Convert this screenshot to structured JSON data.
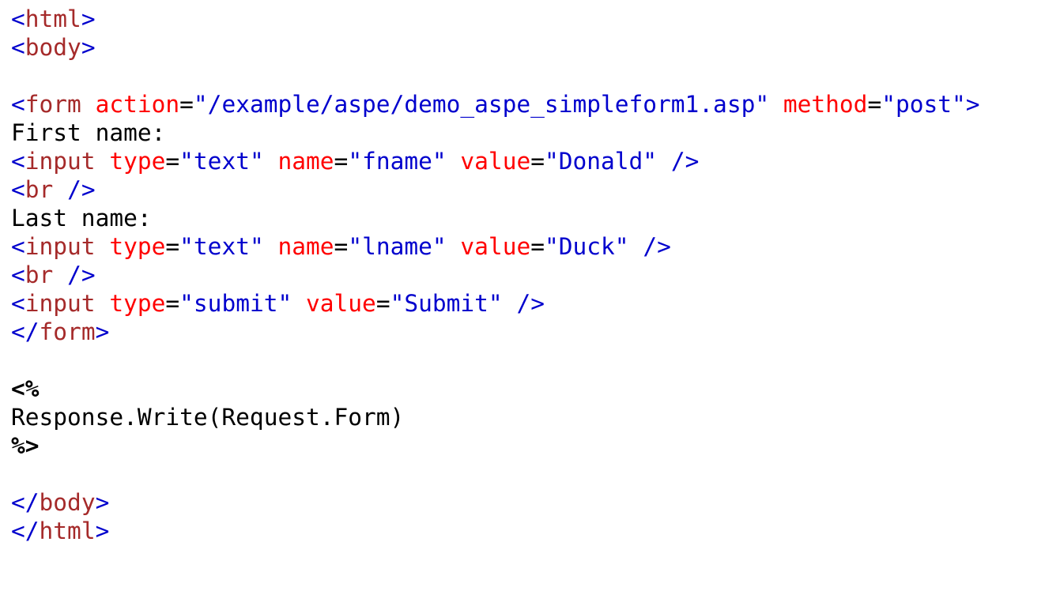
{
  "document": {
    "language": "ASP",
    "palette": {
      "bracket": "#0000cd",
      "tag": "#a52a2a",
      "attribute": "#ff0000",
      "string": "#0000cd",
      "text": "#000000",
      "background": "#ffffff"
    },
    "lines": [
      [
        {
          "k": "bracket",
          "t": "<"
        },
        {
          "k": "tag",
          "t": "html"
        },
        {
          "k": "bracket",
          "t": ">"
        }
      ],
      [
        {
          "k": "bracket",
          "t": "<"
        },
        {
          "k": "tag",
          "t": "body"
        },
        {
          "k": "bracket",
          "t": ">"
        }
      ],
      [],
      [
        {
          "k": "bracket",
          "t": "<"
        },
        {
          "k": "tag",
          "t": "form"
        },
        {
          "k": "text",
          "t": " "
        },
        {
          "k": "attr",
          "t": "action"
        },
        {
          "k": "op",
          "t": "="
        },
        {
          "k": "str",
          "t": "\"/example/aspe/demo_aspe_simpleform1.asp\""
        },
        {
          "k": "text",
          "t": " "
        },
        {
          "k": "attr",
          "t": "method"
        },
        {
          "k": "op",
          "t": "="
        },
        {
          "k": "str",
          "t": "\"post\""
        },
        {
          "k": "bracket",
          "t": ">"
        }
      ],
      [
        {
          "k": "text",
          "t": "First name:"
        }
      ],
      [
        {
          "k": "bracket",
          "t": "<"
        },
        {
          "k": "tag",
          "t": "input"
        },
        {
          "k": "text",
          "t": " "
        },
        {
          "k": "attr",
          "t": "type"
        },
        {
          "k": "op",
          "t": "="
        },
        {
          "k": "str",
          "t": "\"text\""
        },
        {
          "k": "text",
          "t": " "
        },
        {
          "k": "attr",
          "t": "name"
        },
        {
          "k": "op",
          "t": "="
        },
        {
          "k": "str",
          "t": "\"fname\""
        },
        {
          "k": "text",
          "t": " "
        },
        {
          "k": "attr",
          "t": "value"
        },
        {
          "k": "op",
          "t": "="
        },
        {
          "k": "str",
          "t": "\"Donald\""
        },
        {
          "k": "text",
          "t": " "
        },
        {
          "k": "bracket",
          "t": "/>"
        }
      ],
      [
        {
          "k": "bracket",
          "t": "<"
        },
        {
          "k": "tag",
          "t": "br"
        },
        {
          "k": "text",
          "t": " "
        },
        {
          "k": "bracket",
          "t": "/>"
        }
      ],
      [
        {
          "k": "text",
          "t": "Last name:"
        }
      ],
      [
        {
          "k": "bracket",
          "t": "<"
        },
        {
          "k": "tag",
          "t": "input"
        },
        {
          "k": "text",
          "t": " "
        },
        {
          "k": "attr",
          "t": "type"
        },
        {
          "k": "op",
          "t": "="
        },
        {
          "k": "str",
          "t": "\"text\""
        },
        {
          "k": "text",
          "t": " "
        },
        {
          "k": "attr",
          "t": "name"
        },
        {
          "k": "op",
          "t": "="
        },
        {
          "k": "str",
          "t": "\"lname\""
        },
        {
          "k": "text",
          "t": " "
        },
        {
          "k": "attr",
          "t": "value"
        },
        {
          "k": "op",
          "t": "="
        },
        {
          "k": "str",
          "t": "\"Duck\""
        },
        {
          "k": "text",
          "t": " "
        },
        {
          "k": "bracket",
          "t": "/>"
        }
      ],
      [
        {
          "k": "bracket",
          "t": "<"
        },
        {
          "k": "tag",
          "t": "br"
        },
        {
          "k": "text",
          "t": " "
        },
        {
          "k": "bracket",
          "t": "/>"
        }
      ],
      [
        {
          "k": "bracket",
          "t": "<"
        },
        {
          "k": "tag",
          "t": "input"
        },
        {
          "k": "text",
          "t": " "
        },
        {
          "k": "attr",
          "t": "type"
        },
        {
          "k": "op",
          "t": "="
        },
        {
          "k": "str",
          "t": "\"submit\""
        },
        {
          "k": "text",
          "t": " "
        },
        {
          "k": "attr",
          "t": "value"
        },
        {
          "k": "op",
          "t": "="
        },
        {
          "k": "str",
          "t": "\"Submit\""
        },
        {
          "k": "text",
          "t": " "
        },
        {
          "k": "bracket",
          "t": "/>"
        }
      ],
      [
        {
          "k": "bracket",
          "t": "</"
        },
        {
          "k": "tag",
          "t": "form"
        },
        {
          "k": "bracket",
          "t": ">"
        }
      ],
      [],
      [
        {
          "k": "asp",
          "t": "<%"
        }
      ],
      [
        {
          "k": "text",
          "t": "Response.Write(Request.Form)"
        }
      ],
      [
        {
          "k": "asp",
          "t": "%>"
        }
      ],
      [],
      [
        {
          "k": "bracket",
          "t": "</"
        },
        {
          "k": "tag",
          "t": "body"
        },
        {
          "k": "bracket",
          "t": ">"
        }
      ],
      [
        {
          "k": "bracket",
          "t": "</"
        },
        {
          "k": "tag",
          "t": "html"
        },
        {
          "k": "bracket",
          "t": ">"
        }
      ]
    ]
  }
}
